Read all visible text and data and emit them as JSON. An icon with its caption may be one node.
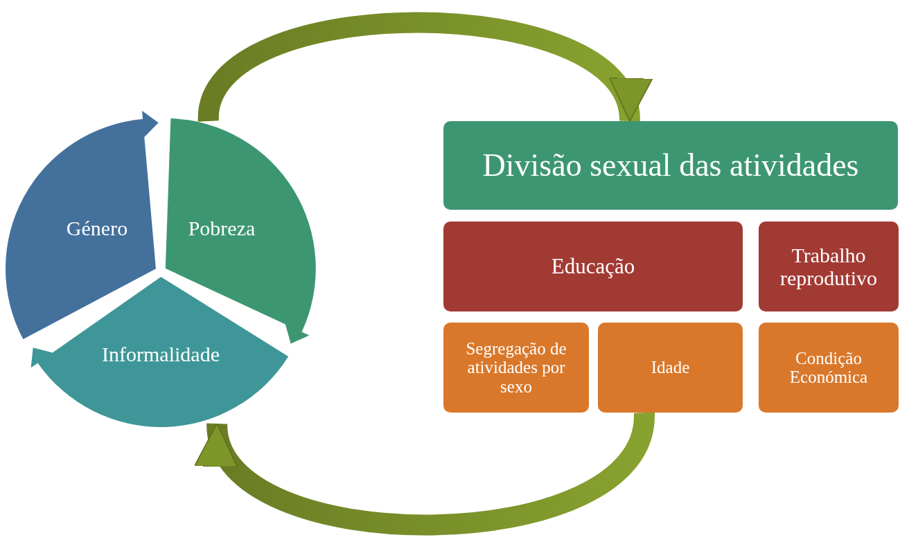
{
  "diagram": {
    "nodes": [
      {
        "text": [
          "Género"
        ]
      },
      {
        "text": [
          "Pobreza"
        ]
      },
      {
        "text": [
          "Informalidade"
        ]
      },
      {
        "text": [
          "Divisão sexual das atividades"
        ]
      },
      {
        "text": [
          "Educação"
        ]
      },
      {
        "text": [
          "Trabalho reprodutivo"
        ]
      },
      {
        "text": [
          "Segregação de atividades por sexo"
        ]
      },
      {
        "text": [
          "Idade"
        ]
      },
      {
        "text": [
          "Condição Económica"
        ]
      }
    ],
    "edges": [
      {
        "from": 1,
        "to": 3,
        "arrow": "to"
      },
      {
        "from": 7,
        "to": 2,
        "arrow": "to"
      }
    ]
  }
}
